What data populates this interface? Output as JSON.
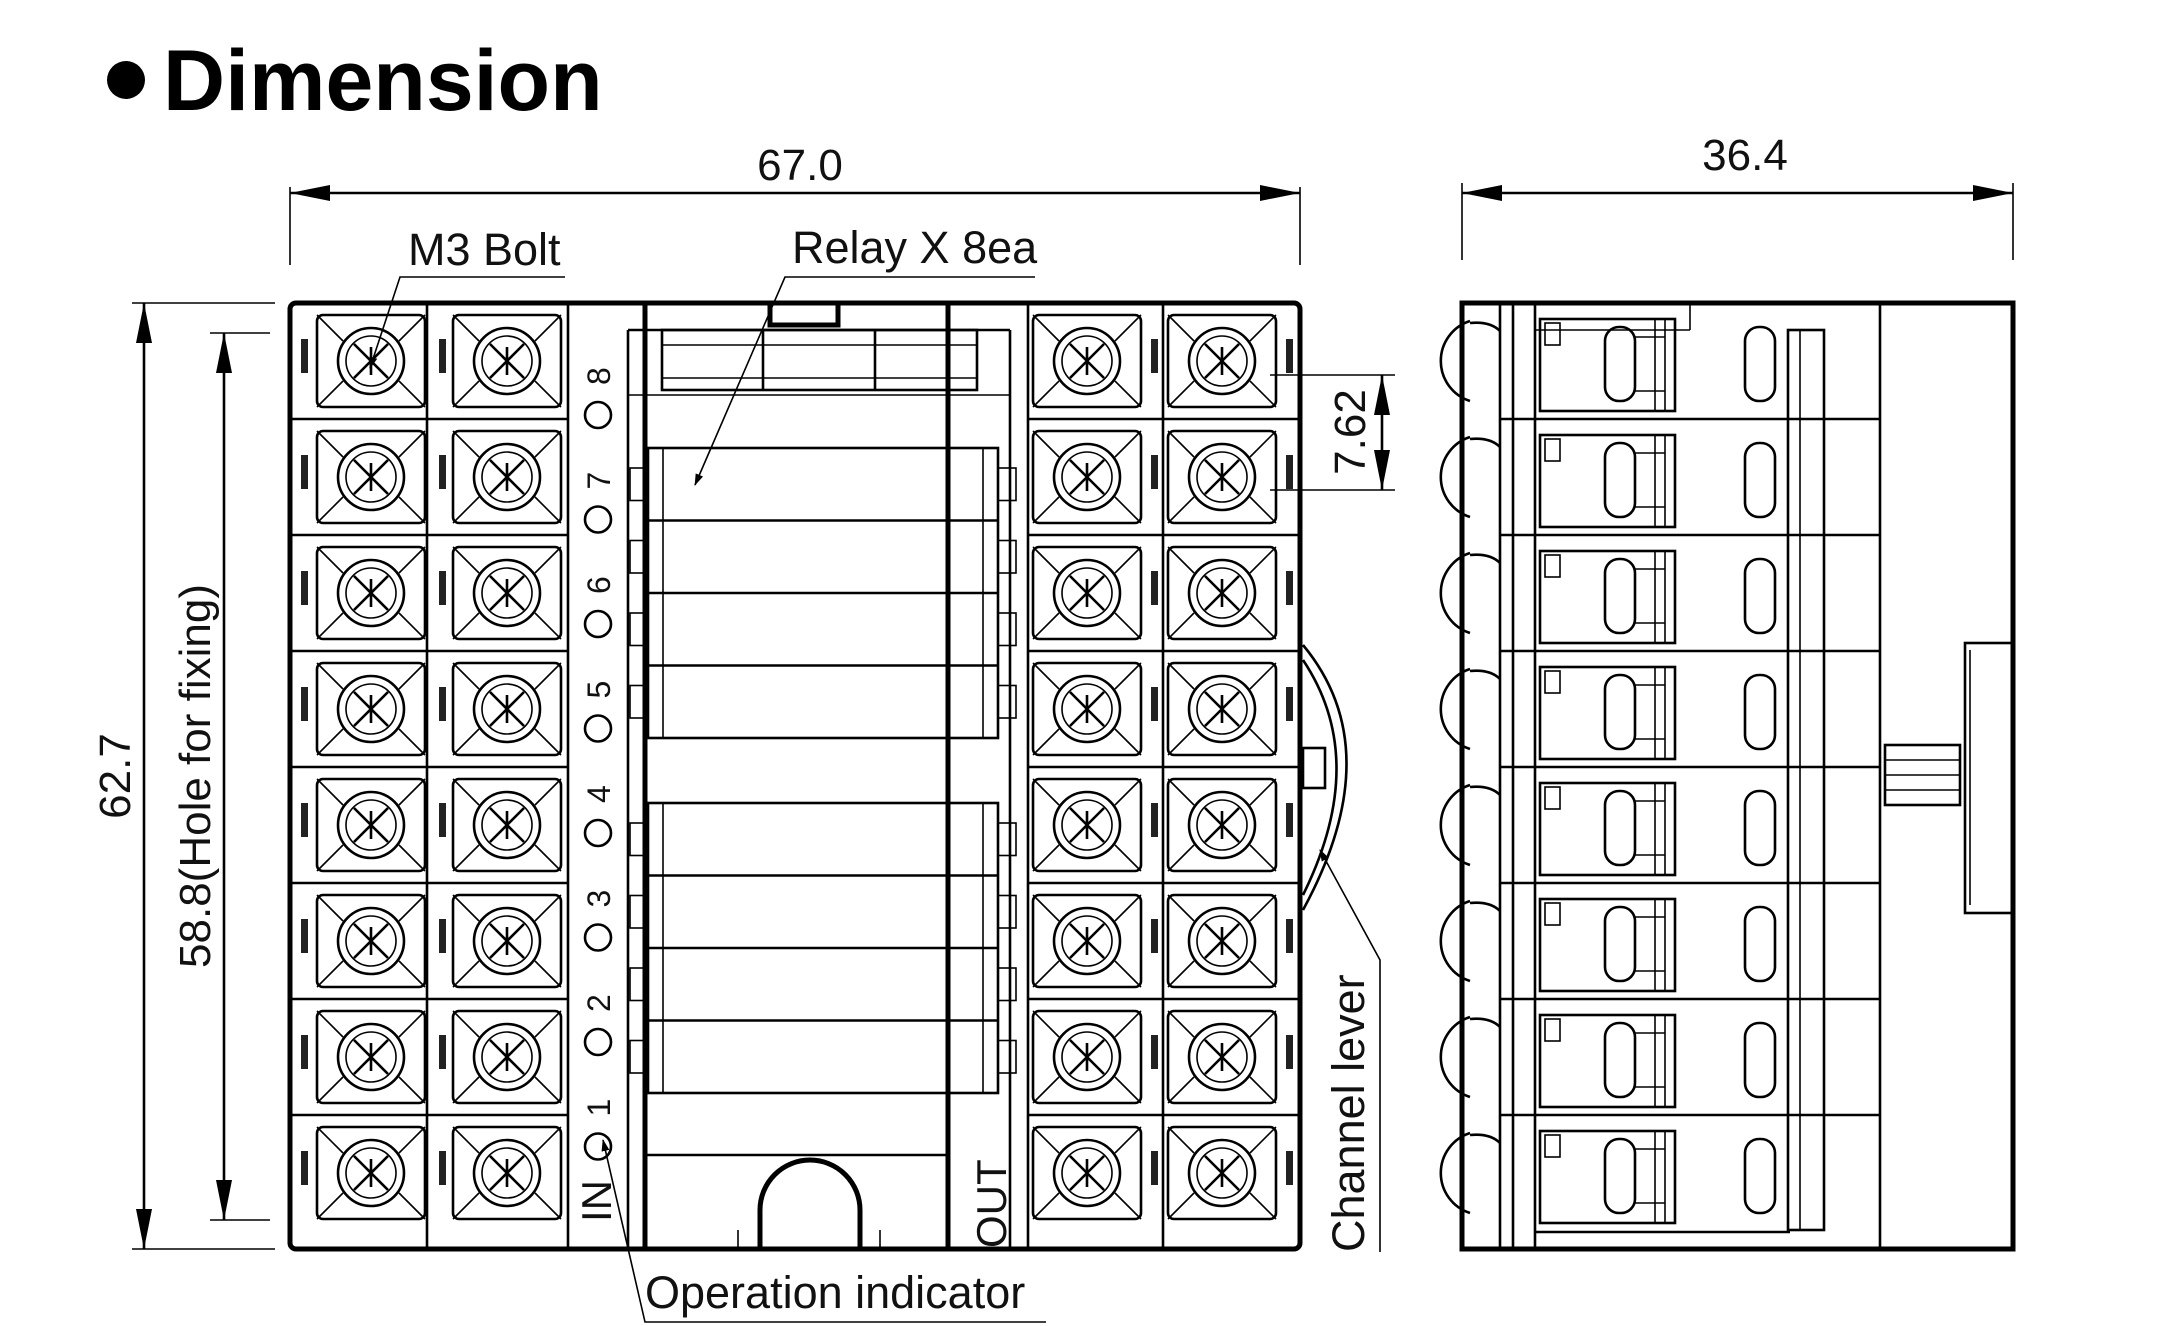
{
  "heading": {
    "bullet": "●",
    "text": "Dimension"
  },
  "dimensions": {
    "width_front": "67.0",
    "width_side": "36.4",
    "height_total": "62.7",
    "hole_pitch": "58.8(Hole for fixing)",
    "terminal_pitch": "7.62"
  },
  "labels": {
    "m3_bolt": "M3 Bolt",
    "relay": "Relay X 8ea",
    "operation_indicator": "Operation indicator",
    "channel_lever": "Channel lever",
    "in": "IN",
    "out": "OUT"
  },
  "channels": [
    "8",
    "7",
    "6",
    "5",
    "4",
    "3",
    "2",
    "1"
  ]
}
